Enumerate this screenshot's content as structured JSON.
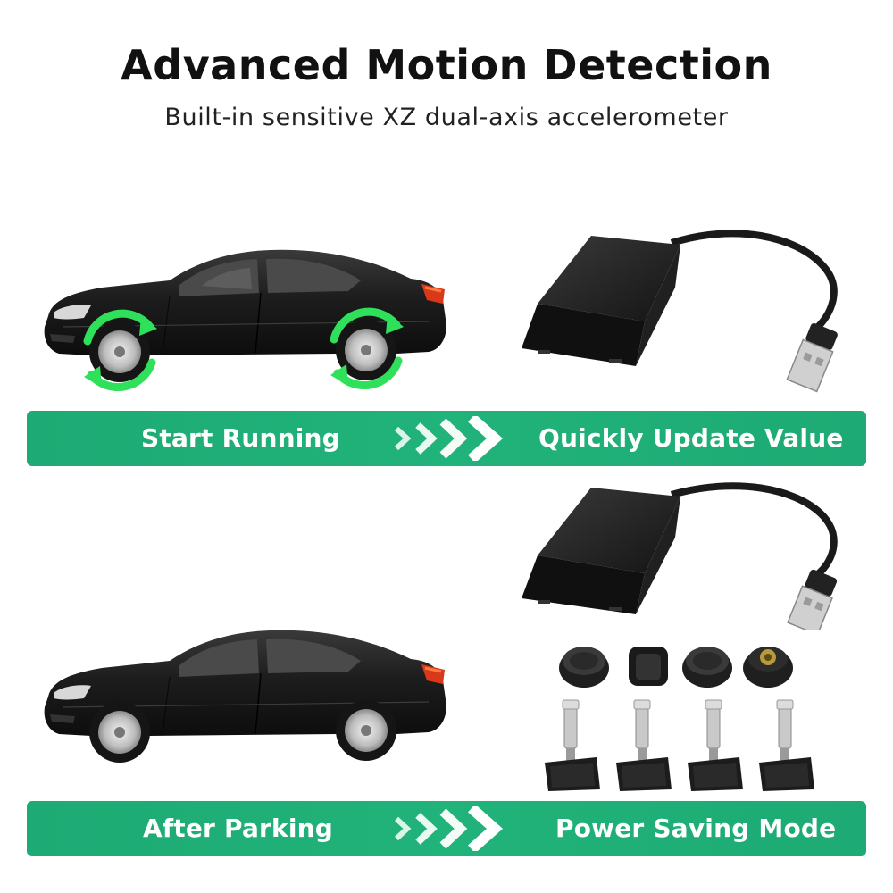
{
  "header": {
    "title": "Advanced Motion Detection",
    "subtitle": "Built-in sensitive XZ dual-axis accelerometer"
  },
  "banner_top": {
    "left_label": "Start Running",
    "right_label": "Quickly Update Value"
  },
  "banner_bottom": {
    "left_label": "After Parking",
    "right_label": "Power Saving Mode"
  },
  "colors": {
    "banner_green": "#20b37a",
    "rotation_arrow_green": "#2ee05a",
    "car_body": "#1a1a1a"
  },
  "icons": [
    "car-moving-image",
    "rotation-arrow-icon",
    "receiver-box-usb-image",
    "car-parked-image",
    "cap-sensor-image",
    "valve-sensor-image",
    "chevron-arrows-icon"
  ]
}
